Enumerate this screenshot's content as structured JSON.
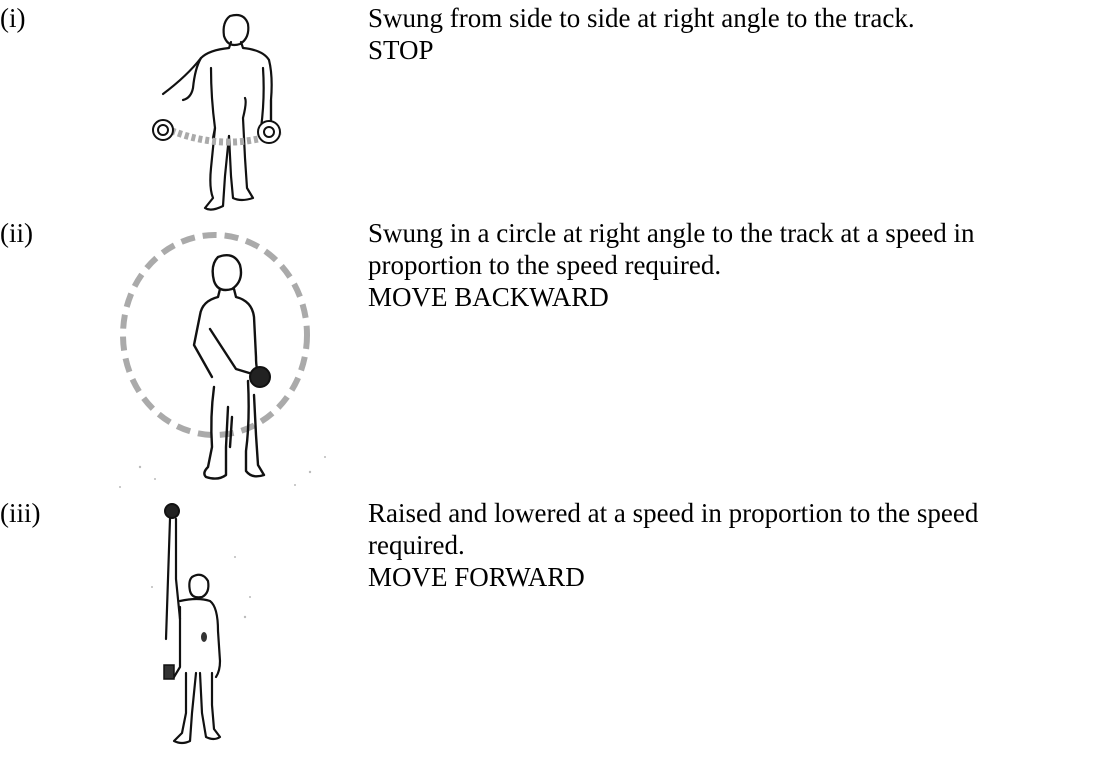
{
  "signals": [
    {
      "numeral": "(i)",
      "lines": [
        "Swung from side to side at right angle to the track."
      ],
      "command": "STOP",
      "icon": "person-swinging-lamp-side-to-side-icon"
    },
    {
      "numeral": "(ii)",
      "lines": [
        "Swung in a circle at right angle to the track at a speed in",
        "proportion to the speed required."
      ],
      "command": "MOVE BACKWARD",
      "icon": "person-swinging-lamp-in-circle-icon"
    },
    {
      "numeral": "(iii)",
      "lines": [
        "Raised and lowered at a speed in proportion to the speed",
        "required."
      ],
      "command": "MOVE FORWARD",
      "icon": "person-raising-lowering-lamp-icon"
    }
  ]
}
